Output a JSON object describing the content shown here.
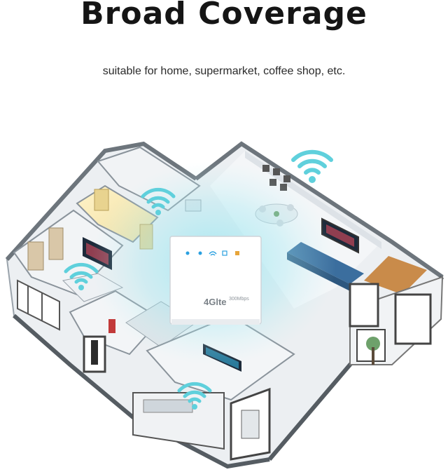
{
  "header": {
    "title": "Broad Coverage",
    "subtitle": "suitable for home, supermarket, coffee shop, etc."
  },
  "router": {
    "brand_label": "4Glte",
    "speed_label": "300Mbps"
  },
  "colors": {
    "wifi_signal": "#5fd0dc",
    "coverage_glow": "#8fe6f0",
    "floor": "#e9ecef",
    "wall": "#f6f7f8",
    "sofa": "#3b6e9e",
    "accent_floor": "#c98b4a"
  },
  "icons": [
    "wifi-signal-icon",
    "router-device",
    "tv-screen",
    "plant"
  ]
}
